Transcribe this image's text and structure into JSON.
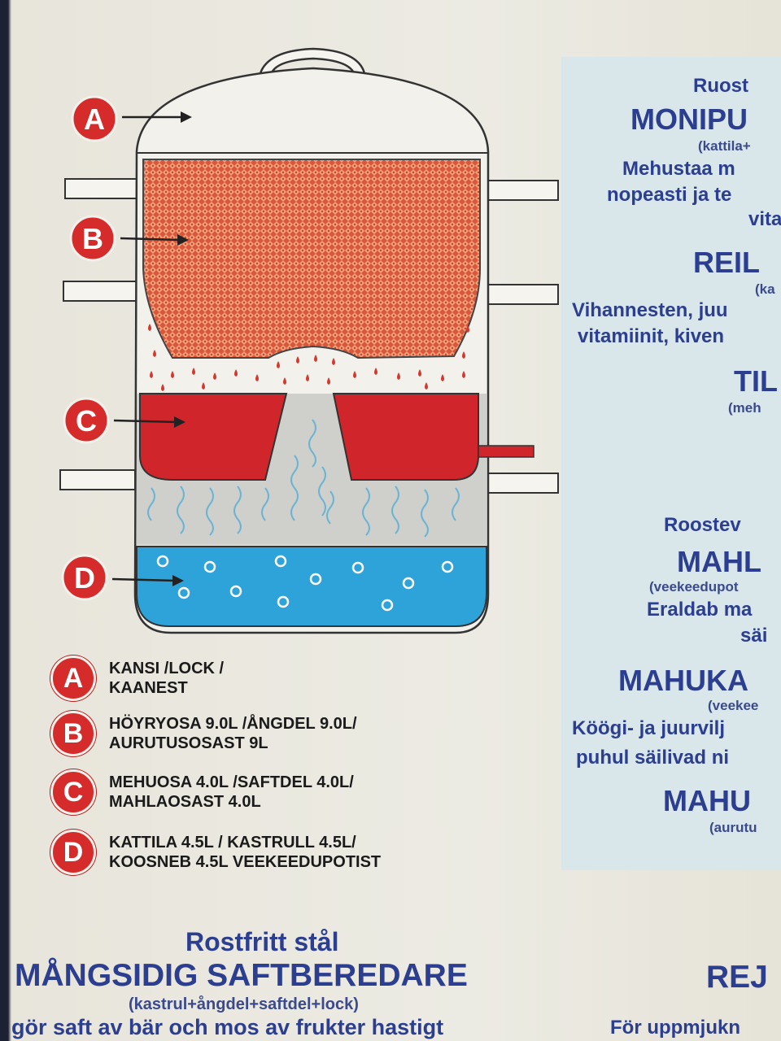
{
  "diagram": {
    "markers": [
      "A",
      "B",
      "C",
      "D"
    ],
    "colors": {
      "badge": "#d62b2b",
      "steam": "#c8412f",
      "juice": "#d0262b",
      "water": "#2ea3d9",
      "body": "#f2f1ec",
      "outline": "#333333"
    }
  },
  "legend": [
    {
      "letter": "A",
      "line1": "KANSI /LOCK /",
      "line2": "KAANEST"
    },
    {
      "letter": "B",
      "line1": "HÖYRYOSA 9.0L /ÅNGDEL 9.0L/",
      "line2": "AURUTUSOSAST 9L"
    },
    {
      "letter": "C",
      "line1": "MEHUOSA 4.0L /SAFTDEL 4.0L/",
      "line2": "MAHLAOSAST 4.0L"
    },
    {
      "letter": "D",
      "line1": "KATTILA 4.5L / KASTRULL 4.5L/",
      "line2": "KOOSNEB 4.5L VEEKEEDUPOTIST"
    }
  ],
  "right_panel": {
    "l1": "Ruost",
    "l2": "MONIPU",
    "l3": "(kattila+",
    "l4": "Mehustaa m",
    "l5": "nopeasti ja te",
    "l6": "vita",
    "l7": "REIL",
    "l8": "(ka",
    "l9": "Vihannesten, juu",
    "l10": "vitamiinit, kiven",
    "l11": "TIL",
    "l12": "(meh",
    "l13": "Roostev",
    "l14": "MAHL",
    "l15": "(veekeedupot",
    "l16": "Eraldab ma",
    "l17": "säi",
    "l18": "MAHUKA",
    "l19": "(veekee",
    "l20": "Köögi- ja juurvilj",
    "l21": "puhul säilivad ni",
    "l22": "MAHU",
    "l23": "(aurutu"
  },
  "bottom": {
    "line1": "Rostfritt stål",
    "line2": "MÅNGSIDIG SAFTBEREDARE",
    "line3": "(kastrul+ångdel+saftdel+lock)",
    "line4": "gör saft av bär och mos av frukter hastigt",
    "right1": "REJ",
    "right2": "För uppmjukn"
  }
}
